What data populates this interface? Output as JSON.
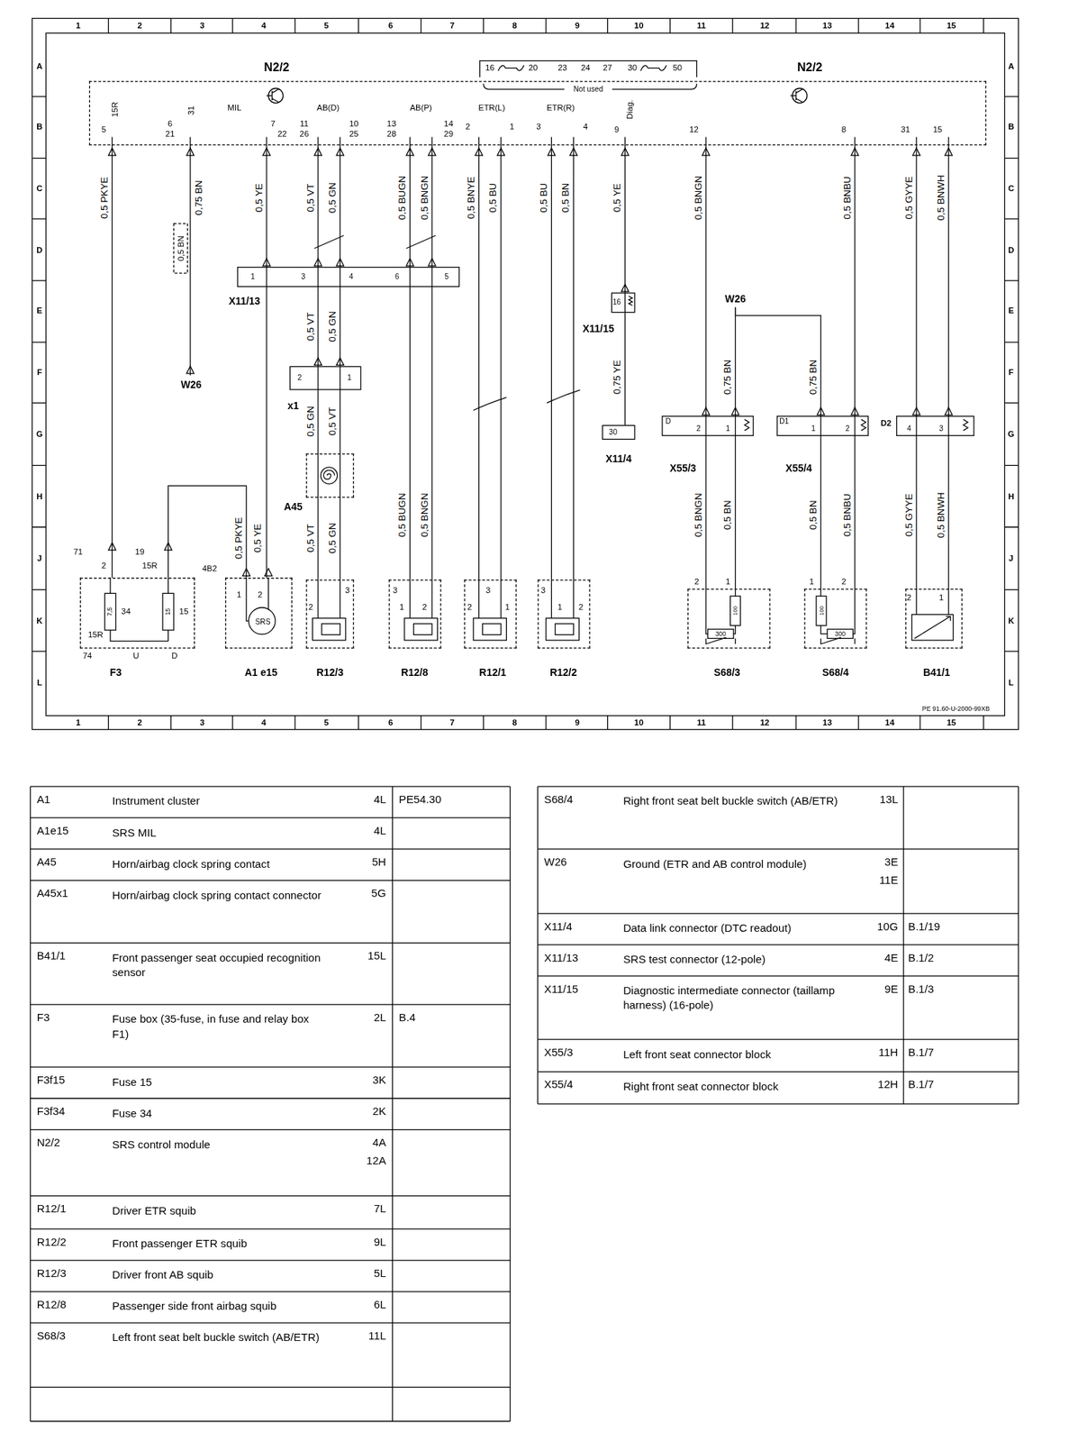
{
  "diagram": {
    "nodes": [
      {
        "text": [
          "N2/2",
          "N2/2"
        ]
      },
      {
        "text": [
          "16",
          "20",
          "23",
          "24",
          "27",
          "30",
          "50",
          "Not used"
        ]
      },
      {
        "text": [
          "X11/13"
        ]
      },
      {
        "text": [
          "W26"
        ]
      },
      {
        "text": [
          "x1"
        ]
      },
      {
        "text": [
          "A45"
        ]
      },
      {
        "text": [
          "X11/15"
        ]
      },
      {
        "text": [
          "X11/4"
        ]
      },
      {
        "text": [
          "W26"
        ]
      },
      {
        "text": [
          "X55/3"
        ]
      },
      {
        "text": [
          "X55/4"
        ]
      },
      {
        "text": [
          "D2"
        ]
      },
      {
        "text": [
          "F3"
        ]
      },
      {
        "text": [
          "A1 e15"
        ]
      },
      {
        "text": [
          "SRS"
        ],
        "in": 13
      },
      {
        "text": [
          "R12/3"
        ]
      },
      {
        "text": [
          "R12/8"
        ]
      },
      {
        "text": [
          "R12/1"
        ]
      },
      {
        "text": [
          "R12/2"
        ]
      },
      {
        "text": [
          "S68/3"
        ]
      },
      {
        "text": [
          "S68/4"
        ]
      },
      {
        "text": [
          "B41/1"
        ]
      }
    ],
    "edges": [
      {
        "from": 0,
        "to": 12,
        "label": "0,5 PKYE",
        "arrow": "none"
      },
      {
        "from": 12,
        "to": 13,
        "label": "0,5 PKYE",
        "arrow": "none"
      },
      {
        "from": 0,
        "to": 3,
        "label": "0,75 BN",
        "arrow": "none"
      },
      {
        "from": 0,
        "to": 2,
        "label": "0,5 YE",
        "arrow": "none"
      },
      {
        "from": 2,
        "to": 13,
        "label": "0,5 YE",
        "arrow": "none"
      },
      {
        "from": 0,
        "to": 2,
        "label": "0,5 VT",
        "arrow": "none"
      },
      {
        "from": 0,
        "to": 2,
        "label": "0,5 GN",
        "arrow": "none"
      },
      {
        "from": 2,
        "to": 4,
        "label": "0,5 VT",
        "arrow": "none"
      },
      {
        "from": 2,
        "to": 4,
        "label": "0,5 GN",
        "arrow": "none"
      },
      {
        "from": 4,
        "to": 5,
        "label": "0,5 GN",
        "arrow": "none"
      },
      {
        "from": 4,
        "to": 5,
        "label": "0,5 VT",
        "arrow": "none"
      },
      {
        "from": 5,
        "to": 15,
        "label": "0,5 VT",
        "arrow": "none"
      },
      {
        "from": 5,
        "to": 15,
        "label": "0,5 GN",
        "arrow": "none"
      },
      {
        "from": 0,
        "to": 2,
        "label": "0,5 BUGN",
        "arrow": "none"
      },
      {
        "from": 0,
        "to": 2,
        "label": "0,5 BNGN",
        "arrow": "none"
      },
      {
        "from": 2,
        "to": 16,
        "label": "0,5 BUGN",
        "arrow": "none"
      },
      {
        "from": 2,
        "to": 16,
        "label": "0,5 BNGN",
        "arrow": "none"
      },
      {
        "from": 0,
        "to": 17,
        "label": "0,5 BNYE",
        "arrow": "none"
      },
      {
        "from": 0,
        "to": 17,
        "label": "0,5 BU",
        "arrow": "none"
      },
      {
        "from": 0,
        "to": 18,
        "label": "0,5 BU",
        "arrow": "none"
      },
      {
        "from": 0,
        "to": 18,
        "label": "0,5 BN",
        "arrow": "none"
      },
      {
        "from": 0,
        "to": 6,
        "label": "0,5 YE",
        "arrow": "none"
      },
      {
        "from": 6,
        "to": 7,
        "label": "0,75 YE",
        "arrow": "none"
      },
      {
        "from": 0,
        "to": 9,
        "label": "0,5 BNGN",
        "arrow": "none"
      },
      {
        "from": 8,
        "to": 9,
        "label": "0,75 BN",
        "arrow": "none"
      },
      {
        "from": 8,
        "to": 10,
        "label": "0,75 BN",
        "arrow": "none"
      },
      {
        "from": 0,
        "to": 10,
        "label": "0,5 BNBU",
        "arrow": "none"
      },
      {
        "from": 0,
        "to": 11,
        "label": "0,5 GYYE",
        "arrow": "none"
      },
      {
        "from": 0,
        "to": 11,
        "label": "0,5 BNWH",
        "arrow": "none"
      },
      {
        "from": 9,
        "to": 19,
        "label": "0,5 BNGN",
        "arrow": "none"
      },
      {
        "from": 9,
        "to": 19,
        "label": "0,5 BN",
        "arrow": "none"
      },
      {
        "from": 10,
        "to": 20,
        "label": "0,5 BN",
        "arrow": "none"
      },
      {
        "from": 10,
        "to": 20,
        "label": "0,5 BNBU",
        "arrow": "none"
      },
      {
        "from": 11,
        "to": 21,
        "label": "0,5 GYYE",
        "arrow": "none"
      },
      {
        "from": 11,
        "to": 21,
        "label": "0,5 BNWH",
        "arrow": "none"
      }
    ],
    "labels": [
      "1",
      "2",
      "3",
      "4",
      "5",
      "6",
      "7",
      "8",
      "9",
      "10",
      "11",
      "12",
      "13",
      "14",
      "15",
      "1",
      "2",
      "3",
      "4",
      "5",
      "6",
      "7",
      "8",
      "9",
      "10",
      "11",
      "12",
      "13",
      "14",
      "15",
      "A",
      "B",
      "C",
      "D",
      "E",
      "F",
      "G",
      "H",
      "J",
      "K",
      "L",
      "A",
      "B",
      "C",
      "D",
      "E",
      "F",
      "G",
      "H",
      "J",
      "K",
      "L",
      "5",
      "15R",
      "6",
      "21",
      "31",
      "MIL",
      "7",
      "22",
      "11",
      "26",
      "AB(D)",
      "10",
      "25",
      "13",
      "28",
      "AB(P)",
      "14",
      "29",
      "2",
      "ETR(L)",
      "1",
      "3",
      "ETR(R)",
      "4",
      "9",
      "Diag.",
      "12",
      "8",
      "31",
      "15",
      "0,5 BN",
      "1",
      "3",
      "4",
      "6",
      "5",
      "2",
      "1",
      "16",
      "30",
      "D",
      "2",
      "1",
      "D1",
      "1",
      "2",
      "4",
      "3",
      "71",
      "2",
      "19",
      "15R",
      "4B2",
      "7,5",
      "34",
      "15",
      "15",
      "15R",
      "74",
      "U",
      "D",
      "1",
      "2",
      "2",
      "3",
      "3",
      "1",
      "2",
      "2",
      "3",
      "1",
      "3",
      "1",
      "2",
      "2",
      "1",
      "100",
      "300",
      "1",
      "2",
      "100",
      "300",
      "2",
      "1",
      "PE 91.60-U-2000-99XB",
      "A1",
      "Instrument cluster",
      "4L",
      "PE54.30",
      "A1e15",
      "SRS MIL",
      "4L",
      "A45",
      "Horn/airbag clock spring contact",
      "5H",
      "A45x1",
      "Horn/airbag clock spring contact connector",
      "5G",
      "B41/1",
      "Front passenger seat occupied recognition sensor",
      "15L",
      "F3",
      "Fuse box (35-fuse, in fuse and relay box F1)",
      "2L",
      "B.4",
      "F3f15",
      "Fuse 15",
      "3K",
      "F3f34",
      "Fuse 34",
      "2K",
      "N2/2",
      "SRS control module",
      "4A",
      "12A",
      "R12/1",
      "Driver ETR squib",
      "7L",
      "R12/2",
      "Front passenger ETR squib",
      "9L",
      "R12/3",
      "Driver front AB squib",
      "5L",
      "R12/8",
      "Passenger side front airbag squib",
      "6L",
      "S68/3",
      "Left front seat belt buckle switch (AB/ETR)",
      "11L",
      "S68/4",
      "Right front seat belt buckle switch (AB/ETR)",
      "13L",
      "W26",
      "Ground (ETR and AB control module)",
      "3E",
      "11E",
      "X11/4",
      "Data link connector (DTC readout)",
      "10G",
      "B.1/19",
      "X11/13",
      "SRS test connector (12-pole)",
      "4E",
      "B.1/2",
      "X11/15",
      "Diagnostic intermediate connector (taillamp harness) (16-pole)",
      "9E",
      "B.1/3",
      "X55/3",
      "Left front seat connector block",
      "11H",
      "B.1/7",
      "X55/4",
      "Right front seat connector block",
      "12H",
      "B.1/7"
    ]
  }
}
